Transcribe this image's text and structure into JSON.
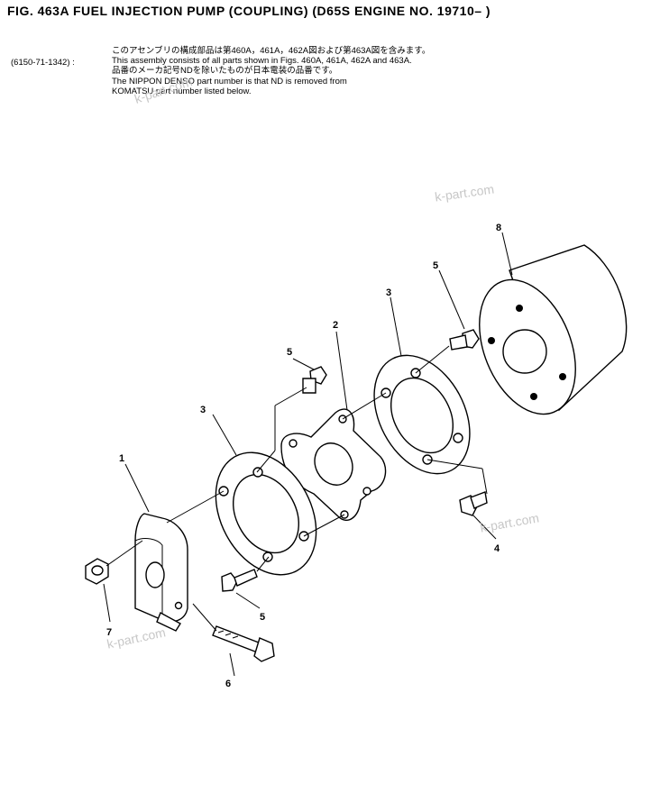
{
  "header": {
    "title": "FIG. 463A  FUEL INJECTION PUMP (COUPLING) (D65S ENGINE NO. 19710– )",
    "assembly_code": "(6150-71-1342) :",
    "notes": [
      "このアセンブリの構成部品は第460A，461A，462A図および第463A図を含みます。",
      "This assembly consists of all parts shown in Figs. 460A, 461A, 462A and 463A.",
      "品番のメーカ記号NDを除いたものが日本電装の品番です。",
      "The NIPPON DENSO part number is that ND is removed from",
      "KOMATSU part number listed below."
    ]
  },
  "watermarks": [
    "k-part.com",
    "k-part.com",
    "k-part.com",
    "k-part.com"
  ],
  "callouts": [
    "1",
    "2",
    "3",
    "3",
    "4",
    "5",
    "5",
    "5",
    "6",
    "7",
    "8"
  ]
}
